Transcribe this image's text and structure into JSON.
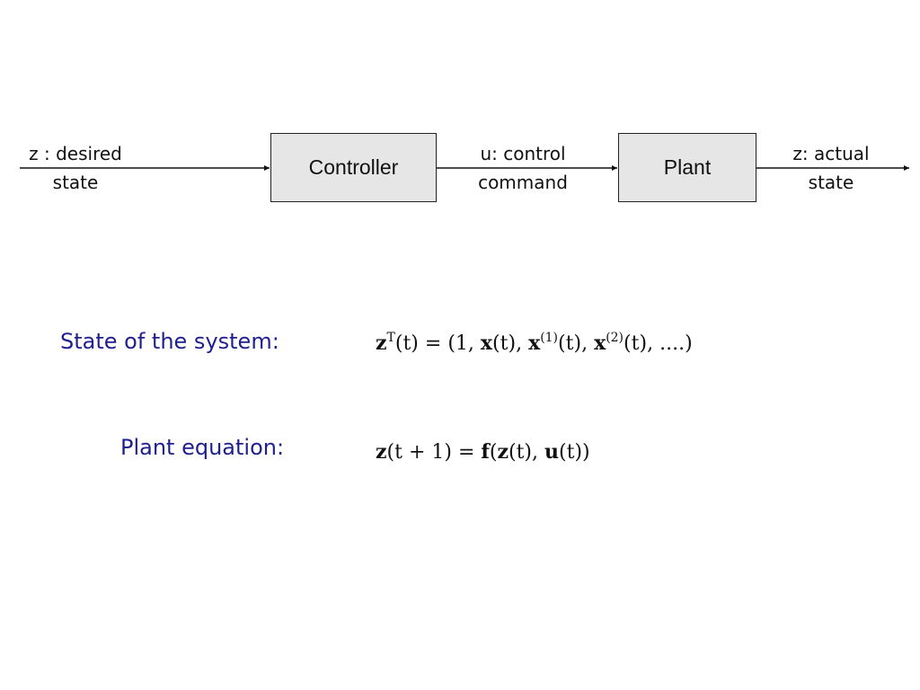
{
  "diagram": {
    "input_signal": {
      "line1": "z : desired",
      "line2": "state"
    },
    "controller_label": "Controller",
    "control_signal": {
      "line1": "u: control",
      "line2": "command"
    },
    "plant_label": "Plant",
    "output_signal": {
      "line1": "z: actual",
      "line2": "state"
    }
  },
  "equations": {
    "state_label": "State of the system:",
    "state_formula": "zT(t) = (1, x(t), x(1)(t), x(2)(t), ....)",
    "plant_label": "Plant equation:",
    "plant_formula": "z(t + 1) = f(z(t), u(t))"
  }
}
